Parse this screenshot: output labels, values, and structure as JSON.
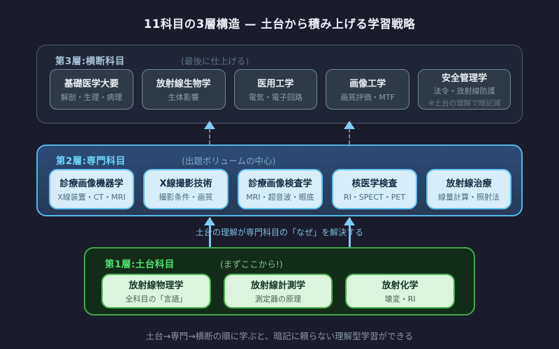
{
  "title": "11科目の3層構造 — 土台から積み上げる学習戦略",
  "layer3": {
    "heading": "第3層:横断科目",
    "note": "(最後に仕上げる)",
    "boxes": [
      {
        "title": "基礎医学大要",
        "subtitle": "解剖・生理・病理"
      },
      {
        "title": "放射線生物学",
        "subtitle": "生体影響"
      },
      {
        "title": "医用工学",
        "subtitle": "電気・電子回路"
      },
      {
        "title": "画像工学",
        "subtitle": "画質評価・MTF"
      },
      {
        "title": "安全管理学",
        "subtitle": "法令・放射線防護",
        "subtitle2": "※土台の理解で暗記減"
      }
    ]
  },
  "layer2": {
    "heading": "第2層:専門科目",
    "note": "(出題ボリュームの中心)",
    "boxes": [
      {
        "title": "診療画像機器学",
        "subtitle": "X線装置・CT・MRI"
      },
      {
        "title": "X線撮影技術",
        "subtitle": "撮影条件・画質"
      },
      {
        "title": "診療画像検査学",
        "subtitle": "MRI・超音波・眼底"
      },
      {
        "title": "核医学検査",
        "subtitle": "RI・SPECT・PET"
      },
      {
        "title": "放射線治療",
        "subtitle": "線量計算・照射法"
      }
    ]
  },
  "layer1": {
    "heading": "第1層:土台科目",
    "note": "(まずここから!)",
    "boxes": [
      {
        "title": "放射線物理学",
        "subtitle": "全科目の「言語」"
      },
      {
        "title": "放射線計測学",
        "subtitle": "測定器の原理"
      },
      {
        "title": "放射化学",
        "subtitle": "壊変・RI"
      }
    ]
  },
  "annotations": {
    "between_layer1_layer2": "土台の理解が専門科目の「なぜ」を解決する",
    "footer": "土台→専門→横断の順に学ぶと、暗記に頼らない理解型学習ができる"
  },
  "colors": {
    "background": "#1a1c2b",
    "layer3_border": "#4d5a68",
    "layer2_accent": "#54b6e8",
    "layer1_accent": "#43a44a",
    "arrow": "#7ecef5"
  }
}
